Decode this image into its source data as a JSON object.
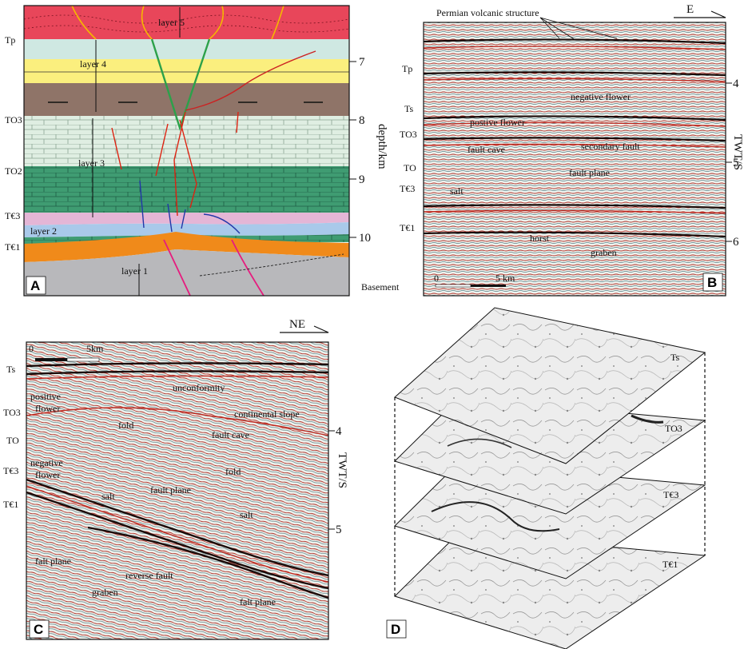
{
  "panel_a": {
    "badge": "A",
    "layers": [
      "layer 5",
      "layer 4",
      "layer 3",
      "layer 2",
      "layer 1"
    ],
    "horizons": [
      "Tp",
      "TO3",
      "TO2",
      "T€3",
      "T€1"
    ],
    "depth_ticks": [
      "7",
      "8",
      "9",
      "10"
    ],
    "axis_label": "depth/km"
  },
  "panel_b": {
    "badge": "B",
    "title": "Permian volcanic structure",
    "direction": "E",
    "horizons": [
      "Tp",
      "Ts",
      "TO3",
      "TO",
      "T€3",
      "T€1",
      "Basement"
    ],
    "annotations": [
      "negative flower",
      "postive flower",
      "secondary fault",
      "fault cave",
      "fault plane",
      "salt",
      "horst",
      "graben"
    ],
    "time_ticks": [
      "4",
      "5",
      "6"
    ],
    "axis_label": "TWT/S",
    "scale_zero": "0",
    "scale_label": "5 km"
  },
  "panel_c": {
    "badge": "C",
    "direction": "NE",
    "scale_zero": "0",
    "scale_label": "5km",
    "horizons": [
      "Ts",
      "TO3",
      "TO",
      "T€3",
      "T€1"
    ],
    "annotations": [
      "unconformity",
      "positive",
      "flower",
      "continental slope",
      "fold",
      "fault cave",
      "negative",
      "flower",
      "fault plane",
      "fold",
      "salt",
      "salt",
      "falt plane",
      "reverse fault",
      "graben",
      "falt plane"
    ],
    "time_ticks": [
      "4",
      "5"
    ],
    "axis_label": "TWT/S"
  },
  "panel_d": {
    "badge": "D",
    "slices": [
      "Ts",
      "TO3",
      "T€3",
      "T€1"
    ]
  }
}
